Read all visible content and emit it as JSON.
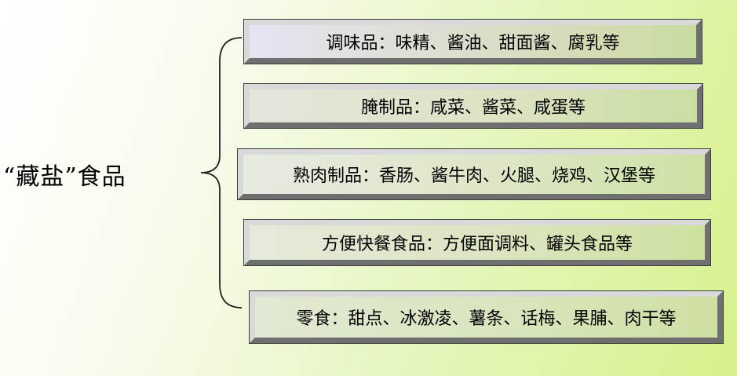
{
  "root": {
    "label": "“藏盐”食品"
  },
  "categories": [
    {
      "text": "调味品：味精、酱油、甜面酱、腐乳等"
    },
    {
      "text": "腌制品：咸菜、酱菜、咸蛋等"
    },
    {
      "text": "熟肉制品：香肠、酱牛肉、火腿、烧鸡、汉堡等"
    },
    {
      "text": "方便快餐食品：方便面调料、罐头食品等"
    },
    {
      "text": "零食：甜点、冰激凌、薯条、话梅、果脯、肉干等"
    }
  ]
}
